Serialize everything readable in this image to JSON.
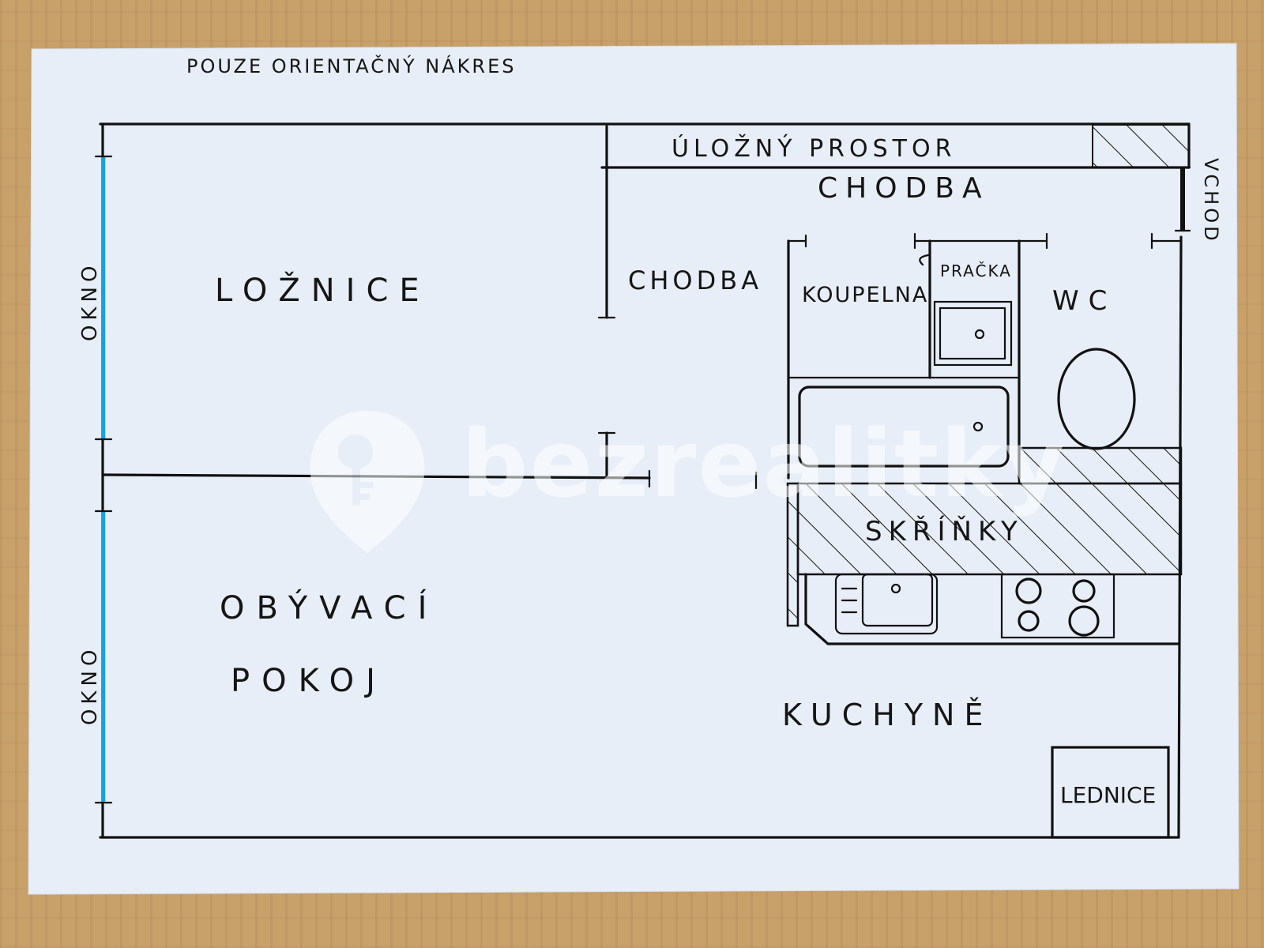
{
  "note": "POUZE ORIENTAČNÝ NÁKRES",
  "watermark": {
    "brand": "bezrealitky",
    "icon": "location-key-icon"
  },
  "rooms": {
    "loznice": "LOŽNICE",
    "chodba_top": "CHODBA",
    "chodba_left": "CHODBA",
    "ulozny_prostor": "ÚLOŽNÝ PROSTOR",
    "vchod": "VCHOD",
    "koupelna": "KOUPELNA",
    "pracka": "PRAČKA",
    "wc": "WC",
    "skrinky": "SKŘÍŇKY",
    "obyvaci_line1": "OBÝVACÍ",
    "obyvaci_line2": "POKOJ",
    "kuchyne": "KUCHYNĚ",
    "lednice": "LEDNICE"
  },
  "windows": {
    "upper": "OKNO",
    "lower": "OKNO"
  },
  "colors": {
    "paper": "#e7eef7",
    "ink": "#111111",
    "window": "#1aa0de",
    "wood": "#c8a06a"
  }
}
